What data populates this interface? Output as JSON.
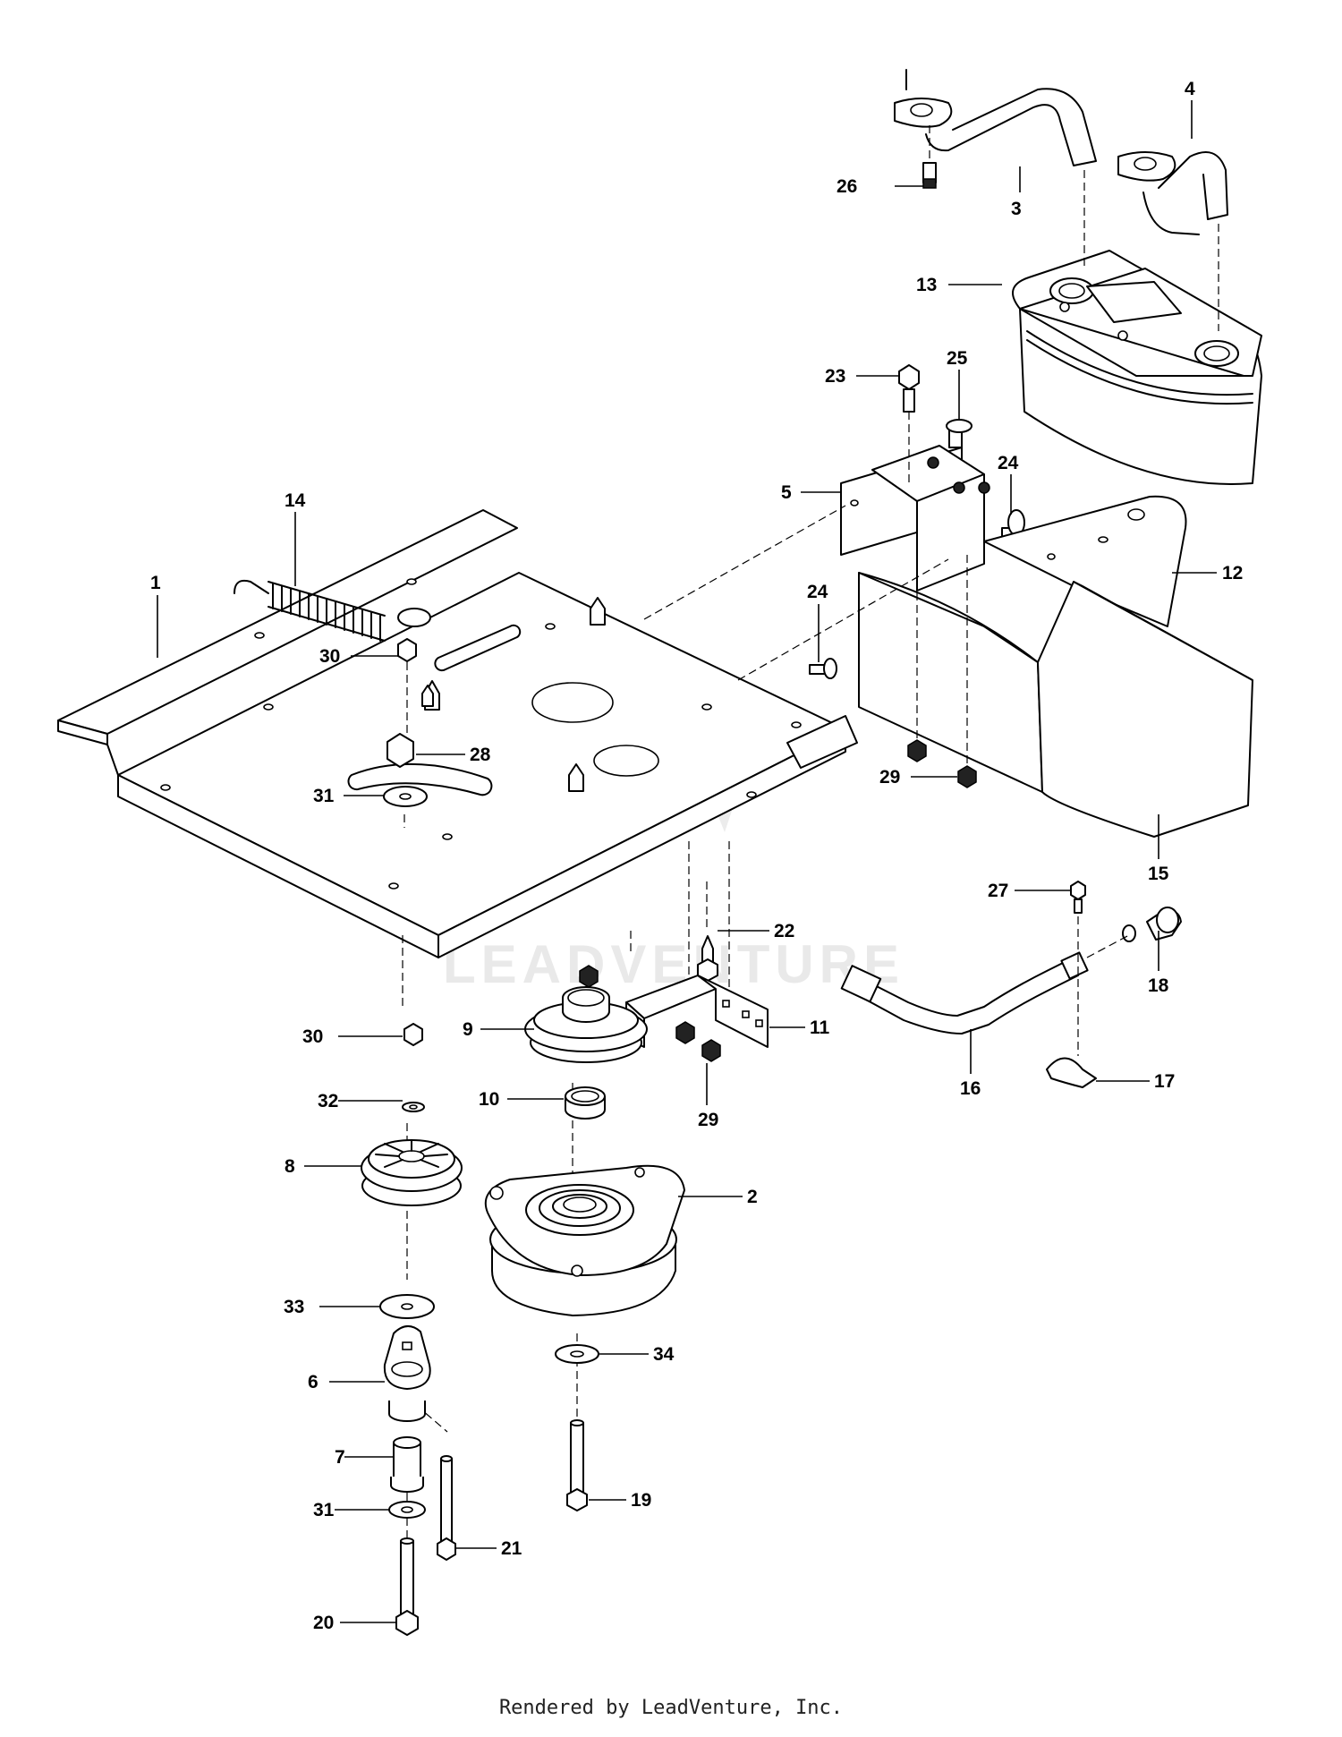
{
  "footer": {
    "credit": "Rendered by LeadVenture, Inc."
  },
  "watermark": {
    "text": "LEADVENTURE"
  },
  "callouts": {
    "c1": "1",
    "c2": "2",
    "c3": "3",
    "c4": "4",
    "c5": "5",
    "c6": "6",
    "c7": "7",
    "c8": "8",
    "c9": "9",
    "c10": "10",
    "c11": "11",
    "c12": "12",
    "c13": "13",
    "c14": "14",
    "c15": "15",
    "c16": "16",
    "c17": "17",
    "c18": "18",
    "c19": "19",
    "c20": "20",
    "c21": "21",
    "c22": "22",
    "c23": "23",
    "c24a": "24",
    "c24b": "24",
    "c25": "25",
    "c26": "26",
    "c27": "27",
    "c28": "28",
    "c29a": "29",
    "c29b": "29",
    "c30a": "30",
    "c30b": "30",
    "c31a": "31",
    "c31b": "31",
    "c32": "32",
    "c33": "33",
    "c34": "34"
  },
  "colors": {
    "ink": "#000000",
    "paper": "#ffffff",
    "watermark": "#e9e9e9"
  }
}
